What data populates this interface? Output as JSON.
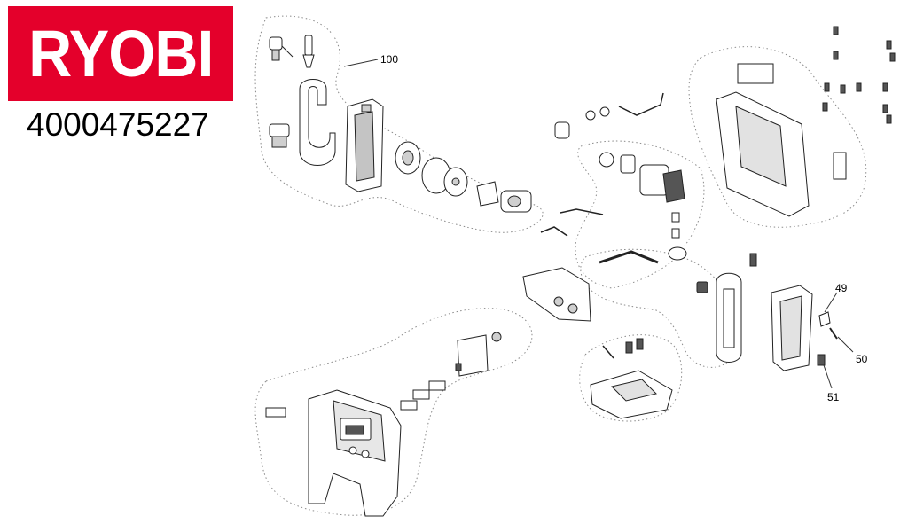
{
  "brand": {
    "logo_text": "RYOBI",
    "logo_color": "#e4002b",
    "model_number": "4000475227"
  },
  "callouts": [
    {
      "id": "callout-100",
      "text": "100"
    },
    {
      "id": "callout-49",
      "text": "49"
    },
    {
      "id": "callout-50",
      "text": "50"
    },
    {
      "id": "callout-51",
      "text": "51"
    }
  ]
}
